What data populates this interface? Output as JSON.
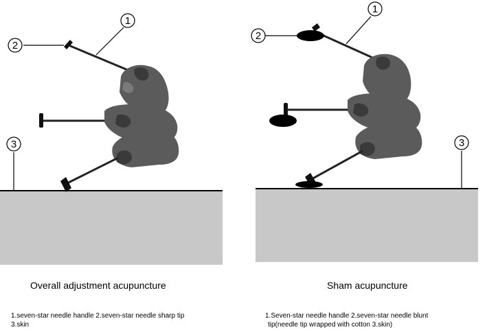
{
  "panels": [
    {
      "id": "left",
      "title": "Overall adjustment acupuncture",
      "legend_line1": "1.seven-star needle handle 2.seven-star needle sharp tip",
      "legend_line2": "3.skin"
    },
    {
      "id": "right",
      "title": "Sham acupuncture",
      "legend_line1": "1.Seven-star needle handle 2.seven-star needle blunt",
      "legend_line2": "tip(needle tip wrapped with cotton 3.skin)"
    }
  ],
  "markers": {
    "one": "①",
    "two": "②",
    "three": "③"
  },
  "colors": {
    "skin_block": "#c8c8c8",
    "line": "#000000",
    "hand": "#5b5b5b"
  }
}
